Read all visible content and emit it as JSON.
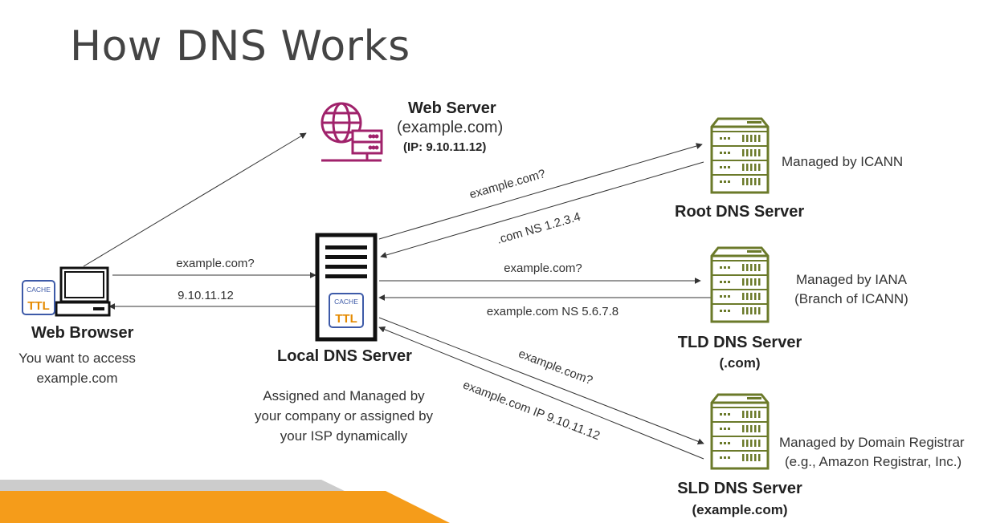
{
  "title": "How DNS Works",
  "web_server": {
    "name": "Web Server",
    "domain": "(example.com)",
    "ip": "(IP: 9.10.11.12)"
  },
  "web_browser": {
    "name": "Web Browser",
    "desc_line1": "You want to access",
    "desc_line2": "example.com",
    "cache_label": "CACHE",
    "ttl_label": "TTL"
  },
  "local_dns": {
    "name": "Local DNS Server",
    "desc_line1": "Assigned and Managed by",
    "desc_line2": "your company or assigned by",
    "desc_line3": "your ISP dynamically",
    "cache_label": "CACHE",
    "ttl_label": "TTL"
  },
  "root_dns": {
    "name": "Root DNS Server",
    "managed": "Managed by ICANN"
  },
  "tld_dns": {
    "name": "TLD DNS Server",
    "sub": "(.com)",
    "managed_line1": "Managed by IANA",
    "managed_line2": "(Branch of ICANN)"
  },
  "sld_dns": {
    "name": "SLD DNS Server",
    "sub": "(example.com)",
    "managed_line1": "Managed by Domain Registrar",
    "managed_line2": "(e.g., Amazon Registrar, Inc.)"
  },
  "arrows": {
    "browser_query": "example.com?",
    "browser_answer": "9.10.11.12",
    "root_query": "example.com?",
    "root_answer": ".com NS 1.2.3.4",
    "tld_query": "example.com?",
    "tld_answer": "example.com NS 5.6.7.8",
    "sld_query": "example.com?",
    "sld_answer": "example.com IP 9.10.11.12"
  },
  "colors": {
    "server_green": "#6b7a2a",
    "web_server_magenta": "#a0226b",
    "cache_blue": "#3d5aa8",
    "ttl_orange": "#e58a00",
    "footer_orange": "#f59c1a",
    "footer_gray": "#c8c8c8"
  }
}
